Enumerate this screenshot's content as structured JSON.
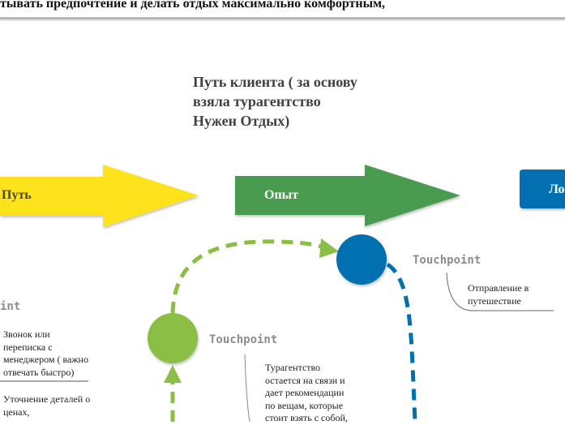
{
  "header": {
    "text": "тывать предпочтение и делать отдых максимально комфортным,"
  },
  "title": {
    "line1": "Путь клиента ( за основу",
    "line2": "взяла турагентство",
    "line3": "Нужен Отдых)"
  },
  "stages": [
    {
      "label": "Путь",
      "color": "#fde21c"
    },
    {
      "label": "Опыт",
      "color": "#4a9b50"
    },
    {
      "label": "Ло",
      "color": "#0070b0"
    }
  ],
  "touchpoints": [
    {
      "label": "int",
      "notes": [
        "Звонок или переписка с менеджером ( важно отвечать быстро)",
        "Уточнение деталей о ценах,"
      ]
    },
    {
      "label": "Touchpoint",
      "notes": [
        "Турагентство остается на связи и дает рекомендации по вещам, которые стоит взять с собой,"
      ]
    },
    {
      "label": "Touchpoint",
      "notes": [
        "Отправление в путешествие"
      ]
    }
  ]
}
